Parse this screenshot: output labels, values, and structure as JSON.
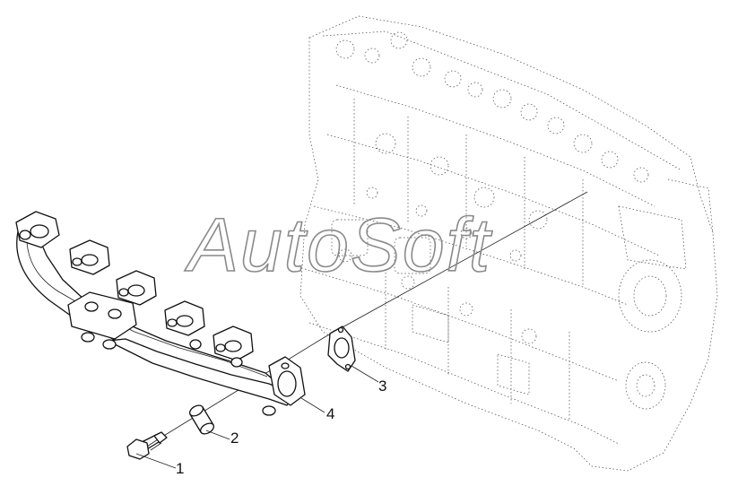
{
  "watermark": "AutoSoft",
  "callouts": [
    {
      "number": "1"
    },
    {
      "number": "2"
    },
    {
      "number": "3"
    },
    {
      "number": "4"
    }
  ],
  "colors": {
    "line": "#111111",
    "background": "#ffffff",
    "watermark": "#8a8a8a"
  }
}
